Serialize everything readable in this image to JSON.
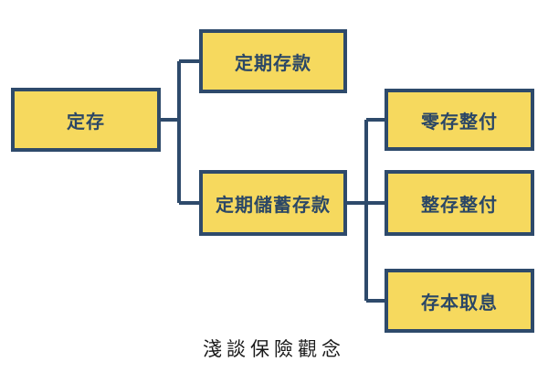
{
  "diagram": {
    "root": "定存",
    "branches": [
      {
        "label": "定期存款",
        "children": []
      },
      {
        "label": "定期儲蓄存款",
        "children": [
          "零存整付",
          "整存整付",
          "存本取息"
        ]
      }
    ]
  },
  "caption": "淺談保險觀念",
  "colors": {
    "box_fill": "#f6d95e",
    "box_border": "#2e4a6b",
    "text": "#2b4766",
    "connector": "#2e4a6b"
  }
}
